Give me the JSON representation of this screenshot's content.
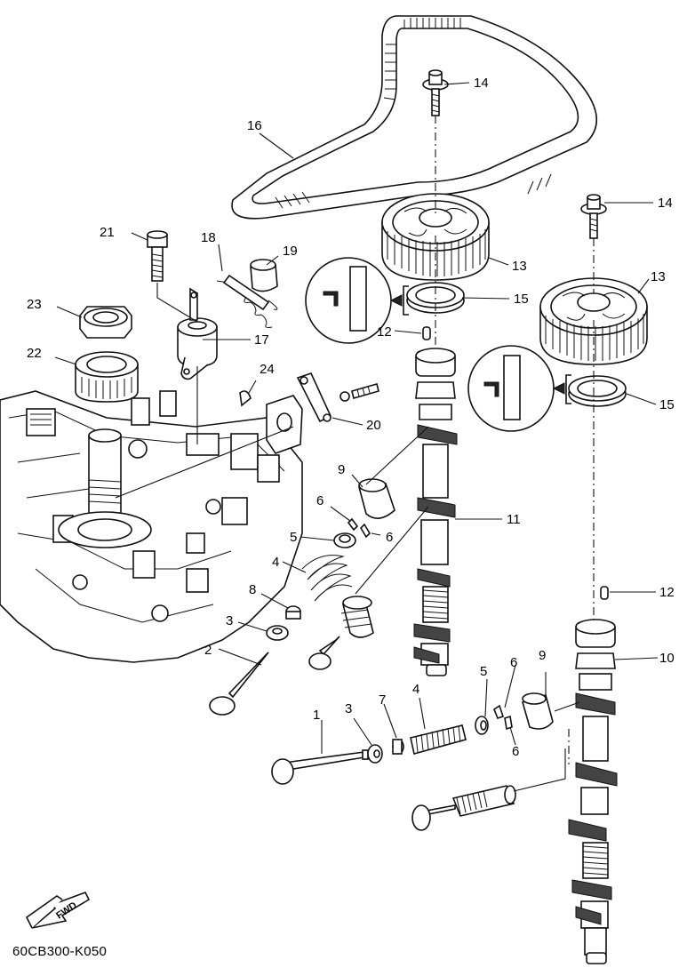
{
  "diagram_code": "60CB300-K050",
  "fwd_label": "FWD",
  "labels": {
    "p1": "1",
    "p2": "2",
    "p3a": "3",
    "p3b": "3",
    "p4a": "4",
    "p4b": "4",
    "p5a": "5",
    "p5b": "5",
    "p6a": "6",
    "p6b": "6",
    "p6c": "6",
    "p6d": "6",
    "p7": "7",
    "p8": "8",
    "p9a": "9",
    "p9b": "9",
    "p10": "10",
    "p11": "11",
    "p12a": "12",
    "p12b": "12",
    "p13a": "13",
    "p13b": "13",
    "p14a": "14",
    "p14b": "14",
    "p15a": "15",
    "p15b": "15",
    "p16": "16",
    "p17": "17",
    "p18": "18",
    "p19": "19",
    "p20": "20",
    "p21": "21",
    "p22": "22",
    "p23": "23",
    "p24": "24"
  },
  "icons": [
    "fwd-arrow-icon",
    "seal-detail-icon",
    "grease-symbol-icon"
  ]
}
